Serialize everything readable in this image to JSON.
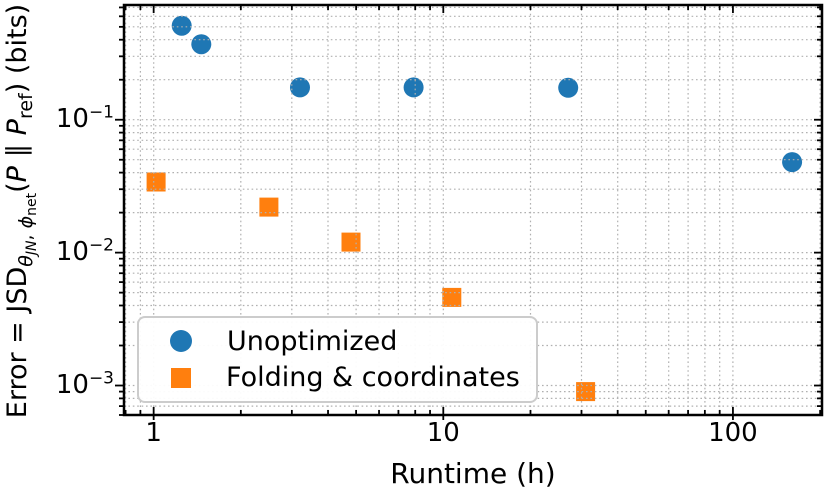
{
  "chart_data": {
    "type": "scatter",
    "x_scale": "log",
    "y_scale": "log",
    "xlabel": "Runtime (h)",
    "ylabel": "Error = JSD_{θ_JN, ϕ_net}(P ∥ P_ref) (bits)",
    "xlim": [
      0.79,
      203
    ],
    "ylim": [
      0.0006,
      0.73
    ],
    "x_ticks": [
      1,
      10,
      100
    ],
    "x_tick_labels": [
      "1",
      "10",
      "100"
    ],
    "y_ticks": [
      0.1,
      0.01,
      0.001
    ],
    "y_tick_labels": [
      {
        "mant": "10",
        "exp": "−1"
      },
      {
        "mant": "10",
        "exp": "−2"
      },
      {
        "mant": "10",
        "exp": "−3"
      }
    ],
    "grid": {
      "which": "both",
      "style": "dotted",
      "color": "#b0b0b0"
    },
    "axis_color": "#000000",
    "legend_position": "lower-left",
    "legend_border_color": "#cccccc",
    "series": [
      {
        "name": "Unoptimized",
        "marker": "circle",
        "color": "#1f77b4",
        "points": [
          [
            1.25,
            0.51
          ],
          [
            1.46,
            0.37
          ],
          [
            3.2,
            0.175
          ],
          [
            7.9,
            0.175
          ],
          [
            27,
            0.174
          ],
          [
            160,
            0.048
          ]
        ]
      },
      {
        "name": "Folding & coordinates",
        "marker": "square",
        "color": "#ff7f0e",
        "points": [
          [
            1.02,
            0.034
          ],
          [
            2.5,
            0.022
          ],
          [
            4.8,
            0.012
          ],
          [
            10.7,
            0.0046
          ],
          [
            31,
            0.0009
          ]
        ]
      }
    ],
    "ylabel_segments": [
      {
        "t": "Error = JSD",
        "s": "n"
      },
      {
        "t": "θ",
        "s": "sub-i"
      },
      {
        "t": "JN",
        "s": "subsub-i"
      },
      {
        "t": ", ",
        "s": "sub"
      },
      {
        "t": "ϕ",
        "s": "sub-i"
      },
      {
        "t": "net",
        "s": "subsub"
      },
      {
        "t": "(",
        "s": "n"
      },
      {
        "t": "P",
        "s": "i"
      },
      {
        "t": " ∥ ",
        "s": "n"
      },
      {
        "t": "P",
        "s": "i"
      },
      {
        "t": "ref",
        "s": "sub"
      },
      {
        "t": ") (bits)",
        "s": "n"
      }
    ]
  }
}
